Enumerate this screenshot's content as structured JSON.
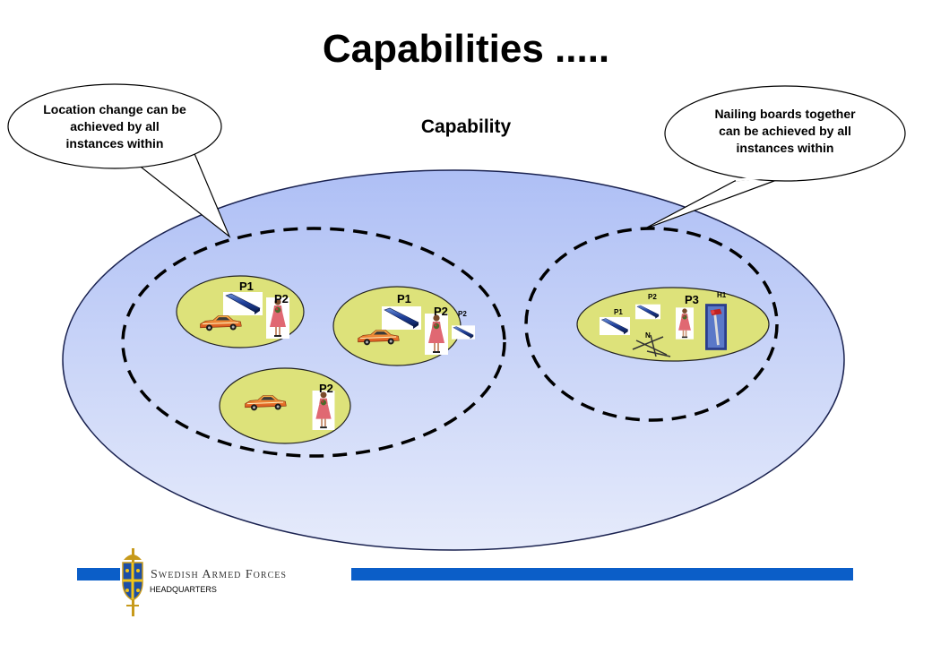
{
  "title": "Capabilities .....",
  "capability_label": "Capability",
  "bubbles": {
    "left": "Location change can be achieved by all instances within",
    "right": "Nailing boards together can be achieved by all instances within"
  },
  "groups": {
    "g1": {
      "p1": "P1",
      "p2": "P2"
    },
    "g2": {
      "p1": "P1",
      "p2": "P2",
      "p2_small": "P2"
    },
    "g3": {
      "p2": "P2"
    },
    "g4": {
      "p2": "P2",
      "p1": "P1",
      "p3": "P3",
      "h1": "H1",
      "n": "N"
    }
  },
  "footer": {
    "brand": "Swedish Armed Forces",
    "subtitle": "HEADQUARTERS"
  },
  "colors": {
    "capability_fill_top": "#aebff5",
    "capability_fill_bottom": "#e6ebfb",
    "group_fill": "#dde27a",
    "footer_bar": "#0b5ec8"
  }
}
